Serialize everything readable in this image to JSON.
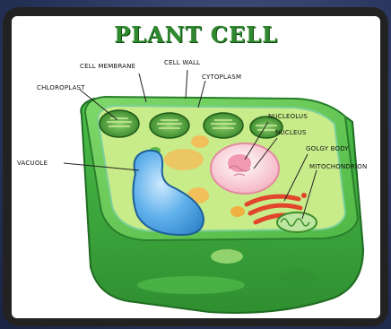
{
  "title": "PLANT CELL",
  "labels": {
    "cell_membrane": "CELL MEMBRANE",
    "cell_wall": "CELL WALL",
    "chloroplast": "CHLOROPLAST",
    "cytoplasm": "CYTOPLASM",
    "nucleolus": "NUCLEOLUS",
    "nucleus": "NUCLEUS",
    "golgy_body": "GOLGY BODY",
    "vacuole": "VACUOLE",
    "mitochondrion": "MITOCHONDRION"
  },
  "colors": {
    "title": "#2f8a2f",
    "cell_wall_outer": "#3fae3f",
    "cytoplasm": "#c8ec8a",
    "vacuole": "#4aa3e0",
    "nucleus": "#f7c9d4",
    "golgi": "#e2452c",
    "chloroplast": "#3e8f2b"
  }
}
